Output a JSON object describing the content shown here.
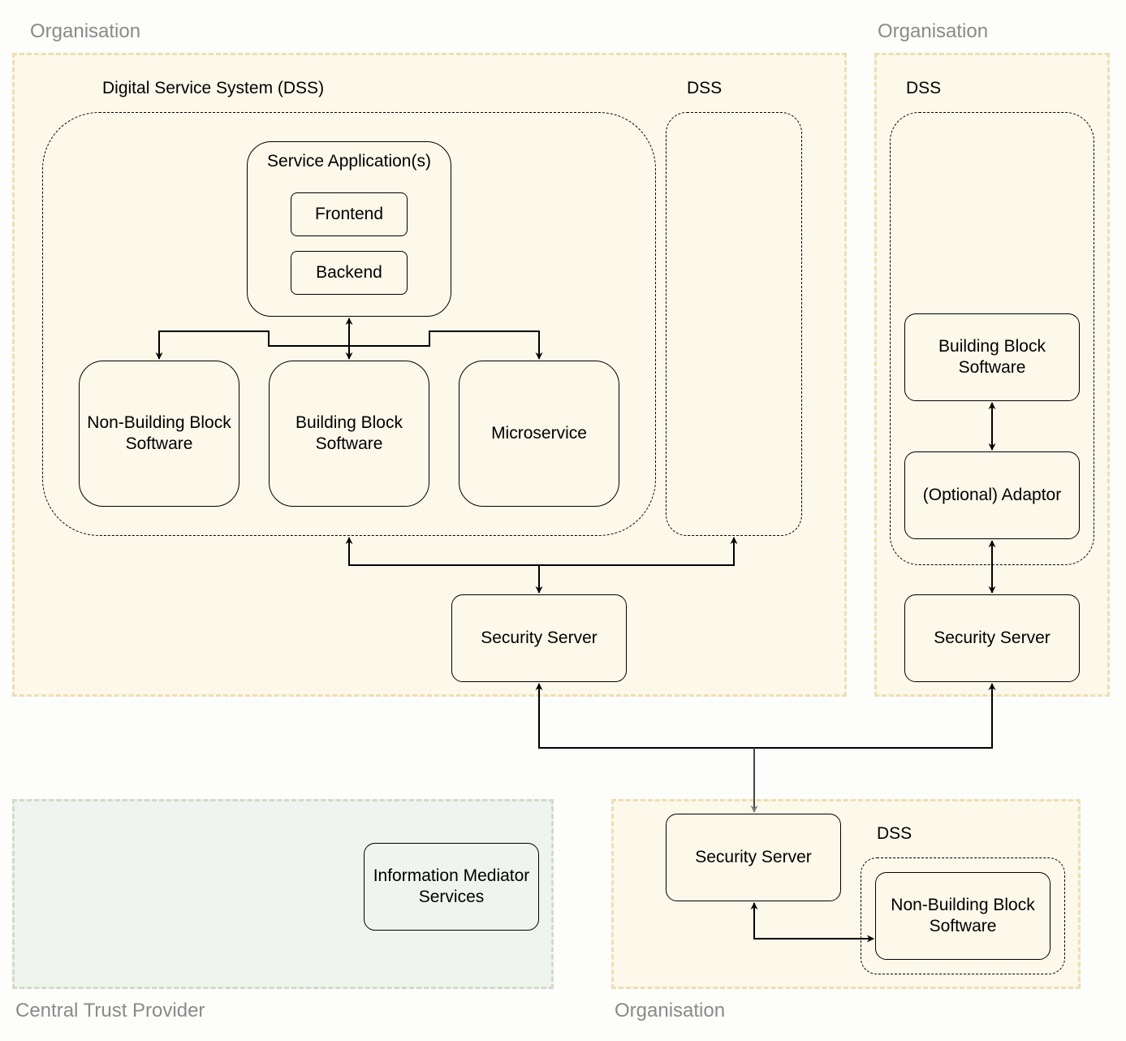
{
  "zones": {
    "org_main": "Organisation",
    "org_right": "Organisation",
    "org_bottom": "Organisation",
    "central_trust": "Central Trust Provider"
  },
  "dss": {
    "main": "Digital Service System (DSS)",
    "secondary": "DSS",
    "right": "DSS",
    "bottom": "DSS"
  },
  "components": {
    "service_app": "Service Application(s)",
    "frontend": "Frontend",
    "backend": "Backend",
    "non_bb_main": "Non-Building Block\nSoftware",
    "bb_main": "Building Block\nSoftware",
    "microservice": "Microservice",
    "security_server_main": "Security Server",
    "bb_right": "Building Block\nSoftware",
    "adaptor": "(Optional) Adaptor",
    "security_server_right": "Security Server",
    "security_server_bottom": "Security Server",
    "non_bb_bottom": "Non-Building Block\nSoftware",
    "im_services": "Information Mediator\nServices"
  },
  "colors": {
    "organisation_fill": "#fcf8ea",
    "organisation_border": "#ecdfb4",
    "trust_fill": "#eff4ef",
    "trust_border": "#cfdcc8"
  }
}
